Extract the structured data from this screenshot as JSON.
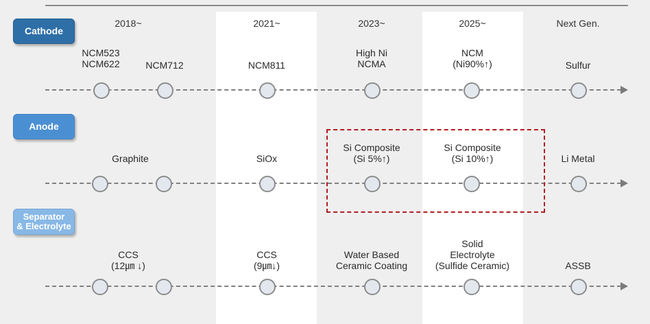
{
  "periods": [
    "2018~",
    "2021~",
    "2023~",
    "2025~",
    "Next Gen."
  ],
  "categories": {
    "cathode": "Cathode",
    "anode": "Anode",
    "separator": "Separator\n& Electrolyte"
  },
  "rows": {
    "cathode": [
      "NCM523\nNCM622",
      "NCM712",
      "NCM811",
      "High Ni\nNCMA",
      "NCM\n(Ni90%↑)",
      "Sulfur"
    ],
    "anode": [
      "Graphite",
      "SiOx",
      "Si Composite\n(Si 5%↑)",
      "Si Composite\n(Si 10%↑)",
      "Li Metal"
    ],
    "separator": [
      "CCS\n(12㎛ ↓)",
      "CCS\n(9㎛↓)",
      "Water Based\nCeramic Coating",
      "Solid\nElectrolyte\n(Sulfide Ceramic)",
      "ASSB"
    ]
  },
  "colors": {
    "cathode_badge": "#2e6fa8",
    "anode_badge": "#4b8fd3",
    "separator_badge": "#88b8e6",
    "highlight_border": "#b01e23",
    "timeline": "#808080"
  }
}
